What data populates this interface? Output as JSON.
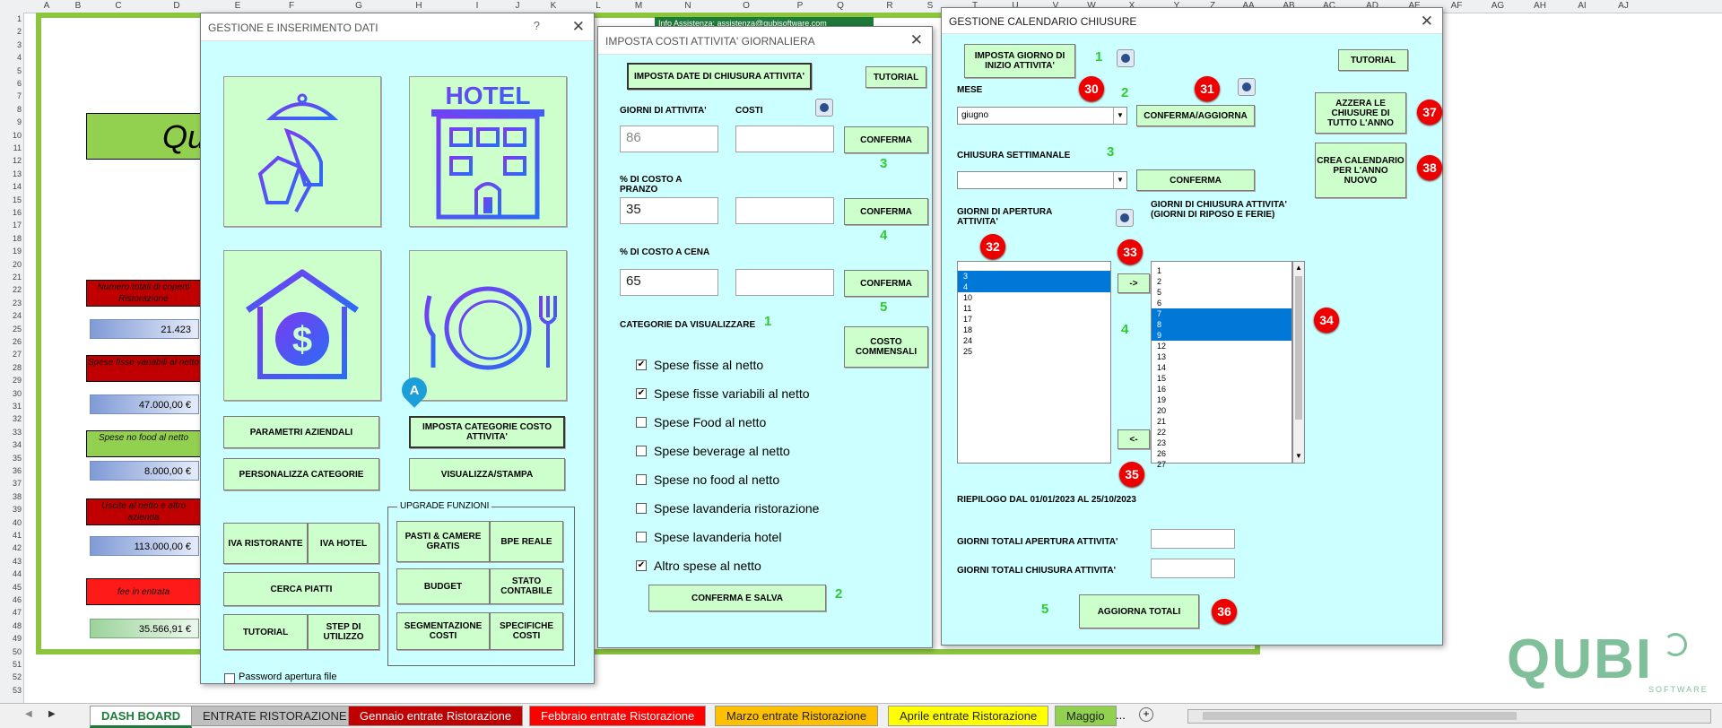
{
  "excel": {
    "columns": [
      "A",
      "B",
      "C",
      "D",
      "E",
      "F",
      "G",
      "H",
      "I",
      "J",
      "K",
      "L",
      "M",
      "N",
      "O",
      "P",
      "Q",
      "R",
      "S",
      "T",
      "U",
      "V",
      "W",
      "X",
      "Y",
      "Z",
      "AA",
      "AB",
      "AC",
      "AD",
      "AE",
      "AF",
      "AG",
      "AH",
      "AI",
      "AJ"
    ],
    "rows": [
      "1",
      "2",
      "3",
      "4",
      "5",
      "6",
      "7",
      "8",
      "9",
      "10",
      "11",
      "12",
      "13",
      "14",
      "15",
      "16",
      "17",
      "18",
      "19",
      "20",
      "21",
      "22",
      "23",
      "24",
      "25",
      "26",
      "27",
      "28",
      "29",
      "30",
      "31",
      "32",
      "33",
      "34",
      "35",
      "36",
      "37",
      "38",
      "39",
      "40",
      "41",
      "42",
      "43",
      "44",
      "45",
      "46",
      "47",
      "48",
      "49",
      "50",
      "51",
      "52",
      "53"
    ],
    "sheet_tabs": [
      {
        "label": "DASH BOARD",
        "color": "#ffffff",
        "text": "#1f7a3a"
      },
      {
        "label": "ENTRATE RISTORAZIONE",
        "color": "#bfbfbf",
        "text": "#222222"
      },
      {
        "label": "Gennaio entrate Ristorazione",
        "color": "#c00000",
        "text": "#ffffff"
      },
      {
        "label": "Febbraio entrate Ristorazione",
        "color": "#ff0000",
        "text": "#ffffff"
      },
      {
        "label": "Marzo entrate Ristorazione",
        "color": "#ffc000",
        "text": "#222222"
      },
      {
        "label": "Aprile entrate Ristorazione",
        "color": "#ffff00",
        "text": "#222222"
      },
      {
        "label": "Maggio",
        "color": "#92d050",
        "text": "#222222"
      }
    ],
    "more_tabs": "...",
    "title_fragment": "Qu",
    "header_fragment": "Info Assistenza: assistenza@qubisoftware.com"
  },
  "dashboard_kpis": [
    {
      "label": "Numero totali di coperti Ristorazione",
      "value": "21.423"
    },
    {
      "label": "Spese fisse variabili al netto",
      "value": "47.000,00 €"
    },
    {
      "label": "Spese no food al netto",
      "value": "8.000,00 €"
    },
    {
      "label": "Uscite al netto e altro azienda",
      "value": "113.000,00 €"
    },
    {
      "label": "fee in entrata",
      "value": "35.566,91 €"
    }
  ],
  "dlg1": {
    "title": "GESTIONE E INSERIMENTO DATI",
    "help": "?",
    "close": "✕",
    "tiles": [
      "waiter-icon",
      "hotel-icon",
      "house-dollar-icon",
      "plate-cutlery-icon"
    ],
    "hotel_text": "HOTEL",
    "buttons": {
      "parametri": "PARAMETRI AZIENDALI",
      "imposta_cat": "IMPOSTA CATEGORIE COSTO ATTIVITA'",
      "personalizza": "PERSONALIZZA CATEGORIE",
      "visualizza": "VISUALIZZA/STAMPA",
      "iva_rist": "IVA RISTORANTE",
      "iva_hotel": "IVA HOTEL",
      "cerca": "CERCA PIATTI",
      "tutorial": "TUTORIAL",
      "step": "STEP DI UTILIZZO",
      "pasti": "PASTI & CAMERE GRATIS",
      "bpe": "BPE REALE",
      "budget": "BUDGET",
      "stato": "STATO CONTABILE",
      "segmentazione": "SEGMENTAZIONE COSTI",
      "specifiche": "SPECIFICHE COSTI"
    },
    "upgrade_caption": "UPGRADE FUNZIONI",
    "password_label": "Password apertura file",
    "marker": "A"
  },
  "dlg2": {
    "title": "IMPOSTA COSTI ATTIVITA' GIORNALIERA",
    "close": "✕",
    "btn_imposta_date": "IMPOSTA DATE DI CHIUSURA ATTIVITA'",
    "btn_tutorial": "TUTORIAL",
    "lbl_giorni": "GIORNI DI ATTIVITA'",
    "lbl_costi": "COSTI",
    "giorni_value": "86",
    "lbl_pranzo": "% DI COSTO A PRANZO",
    "pranzo_value": "35",
    "lbl_cena": "% DI COSTO A CENA",
    "cena_value": "65",
    "btn_conferma": "CONFERMA",
    "lbl_categorie": "CATEGORIE DA VISUALIZZARE",
    "btn_costo_comm": "COSTO COMMENSALI",
    "checkboxes": [
      {
        "label": "Spese fisse al netto",
        "checked": "✔"
      },
      {
        "label": "Spese fisse variabili al netto",
        "checked": "✔"
      },
      {
        "label": "Spese Food al netto",
        "checked": ""
      },
      {
        "label": "Spese beverage al netto",
        "checked": ""
      },
      {
        "label": "Spese no food al netto",
        "checked": ""
      },
      {
        "label": "Spese lavanderia ristorazione",
        "checked": ""
      },
      {
        "label": "Spese lavanderia hotel",
        "checked": ""
      },
      {
        "label": "Altro spese al netto",
        "checked": "✔"
      }
    ],
    "btn_conferma_salva": "CONFERMA E SALVA",
    "steps": [
      "1",
      "2",
      "3",
      "4",
      "5"
    ]
  },
  "dlg3": {
    "title": "GESTIONE CALENDARIO CHIUSURE",
    "close": "✕",
    "btn_imposta_giorno": "IMPOSTA GIORNO DI INIZIO ATTIVITA'",
    "btn_tutorial": "TUTORIAL",
    "lbl_mese": "MESE",
    "mese_value": "giugno",
    "btn_conferma_agg": "CONFERMA/AGGIORNA",
    "btn_azzera": "AZZERA LE CHIUSURE DI TUTTO L'ANNO",
    "btn_crea": "CREA CALENDARIO PER L'ANNO NUOVO",
    "lbl_chiusura_sett": "CHIUSURA SETTIMANALE",
    "chiusura_value": "",
    "btn_conferma": "CONFERMA",
    "lbl_apertura": "GIORNI DI APERTURA ATTIVITA'",
    "lbl_chiusura": "GIORNI DI CHIUSURA ATTIVITA' (GIORNI DI RIPOSO E FERIE)",
    "apertura_list": [
      "3",
      "4",
      "10",
      "11",
      "17",
      "18",
      "24",
      "25"
    ],
    "apertura_selected": [
      "3",
      "4"
    ],
    "chiusura_list": [
      "1",
      "2",
      "5",
      "6",
      "7",
      "8",
      "9",
      "12",
      "13",
      "14",
      "15",
      "16",
      "19",
      "20",
      "21",
      "22",
      "23",
      "26",
      "27"
    ],
    "chiusura_selected": [
      "7",
      "8",
      "9"
    ],
    "btn_right": "->",
    "btn_left": "<-",
    "riepilogo": "RIEPILOGO DAL 01/01/2023 AL 25/10/2023",
    "lbl_tot_apertura": "GIORNI TOTALI APERTURA ATTIVITA'",
    "lbl_tot_chiusura": "GIORNI TOTALI CHIUSURA ATTIVITA'",
    "btn_aggiorna": "AGGIORNA TOTALI",
    "steps": [
      "1",
      "2",
      "3",
      "4",
      "5"
    ],
    "markers": [
      "30",
      "31",
      "32",
      "33",
      "34",
      "35",
      "36",
      "37",
      "38"
    ]
  },
  "brand": {
    "name": "QUBI",
    "tagline": "SOFTWARE",
    "color": "#7fbf9a"
  }
}
